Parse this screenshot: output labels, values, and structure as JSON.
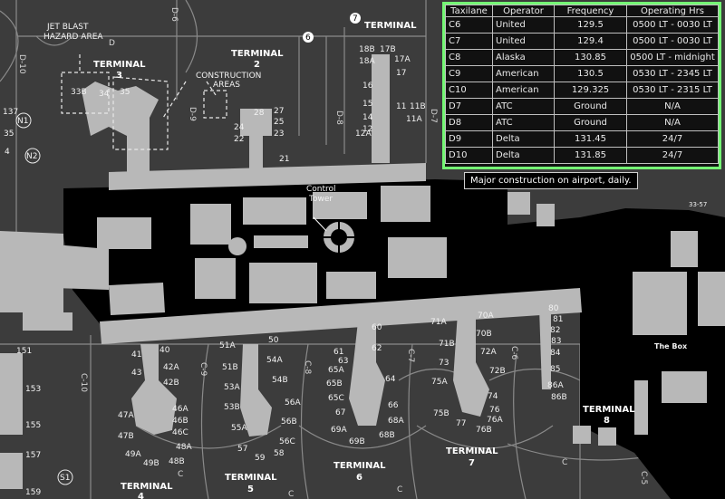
{
  "frequency_table": {
    "headers": [
      "Taxilane",
      "Operator",
      "Frequency",
      "Operating Hrs"
    ],
    "rows": [
      [
        "C6",
        "United",
        "129.5",
        "0500 LT - 0030 LT"
      ],
      [
        "C7",
        "United",
        "129.4",
        "0500 LT - 0030 LT"
      ],
      [
        "C8",
        "Alaska",
        "130.85",
        "0500 LT - midnight"
      ],
      [
        "C9",
        "American",
        "130.5",
        "0530 LT - 2345 LT"
      ],
      [
        "C10",
        "American",
        "129.325",
        "0530 LT - 2315 LT"
      ],
      [
        "D7",
        "ATC",
        "Ground",
        "N/A"
      ],
      [
        "D8",
        "ATC",
        "Ground",
        "N/A"
      ],
      [
        "D9",
        "Delta",
        "131.45",
        "24/7"
      ],
      [
        "D10",
        "Delta",
        "131.85",
        "24/7"
      ]
    ]
  },
  "construction_note": "Major construction on airport, daily.",
  "colors": {
    "accent": "#74f774",
    "ground": "#3c3c3c",
    "apron": "#000000",
    "building": "#b8b8b8"
  },
  "map": {
    "terminals": {
      "t1": "TERMINAL",
      "t2_a": "TERMINAL",
      "t2_b": "2",
      "t3_a": "TERMINAL",
      "t3_b": "3",
      "t4_a": "TERMINAL",
      "t4_b": "4",
      "t5_a": "TERMINAL",
      "t5_b": "5",
      "t6_a": "TERMINAL",
      "t6_b": "6",
      "t7_a": "TERMINAL",
      "t7_b": "7",
      "t8_a": "TERMINAL",
      "t8_b": "8"
    },
    "jet_blast_a": "JET BLAST",
    "jet_blast_b": "HAZARD AREA",
    "construction_a": "CONSTRUCTION",
    "construction_b": "AREAS",
    "tower_a": "Control",
    "tower_b": "Tower",
    "the_box": "The Box",
    "coord": "33-57",
    "markers": {
      "n1": "N1",
      "n2": "N2",
      "s1": "S1",
      "m6": "6",
      "m7": "7"
    },
    "taxiways": {
      "d10": "D-10",
      "d": "D",
      "d9": "D-9",
      "d8": "D-8",
      "d7": "D-7",
      "d6": "D-6",
      "c10": "C-10",
      "c9": "C-9",
      "c8": "C-8",
      "c7": "C-7",
      "c6": "C-6",
      "c5": "C-5",
      "c_a": "C",
      "c_b": "C",
      "c_c": "C",
      "c_d": "C"
    },
    "gates": {
      "g33b": "33B",
      "g34": "34",
      "g35": "35",
      "g137": "137",
      "g35w": "35",
      "g4": "4",
      "g28": "28",
      "g27": "27",
      "g25": "25",
      "g23": "23",
      "g24": "24",
      "g22": "22",
      "g21": "21",
      "g18b": "18B",
      "g17b": "17B",
      "g17a": "17A",
      "g18a": "18A",
      "g17": "17",
      "g16": "16",
      "g15": "15",
      "g14": "14",
      "g12": "12",
      "g12a": "12A",
      "g11": "11",
      "g11a": "11A",
      "g11b": "11B",
      "g151": "151",
      "g153": "153",
      "g155": "155",
      "g157": "157",
      "g159": "159",
      "g40": "40",
      "g41": "41",
      "g42a": "42A",
      "g43": "43",
      "g42b": "42B",
      "g46a": "46A",
      "g47a": "47A",
      "g46b": "46B",
      "g47b": "47B",
      "g46c": "46C",
      "g48a": "48A",
      "g49a": "49A",
      "g49b": "49B",
      "g48b": "48B",
      "g51a": "51A",
      "g51b": "51B",
      "g53a": "53A",
      "g53b": "53B",
      "g55a": "55A",
      "g50": "50",
      "g54a": "54A",
      "g54b": "54B",
      "g56a": "56A",
      "g56b": "56B",
      "g56c": "56C",
      "g57": "57",
      "g59": "59",
      "g58": "58",
      "g60": "60",
      "g61": "61",
      "g62": "62",
      "g65a": "65A",
      "g63": "63",
      "g65b": "65B",
      "g64": "64",
      "g65c": "65C",
      "g66": "66",
      "g67": "67",
      "g68a": "68A",
      "g69a": "69A",
      "g68b": "68B",
      "g69b": "69B",
      "g71a": "71A",
      "g71b": "71B",
      "g73": "73",
      "g75a": "75A",
      "g75b": "75B",
      "g76": "76",
      "g76a": "76A",
      "g77": "77",
      "g76b": "76B",
      "g74": "74",
      "g70a": "70A",
      "g70b": "70B",
      "g72a": "72A",
      "g72b": "72B",
      "g80": "80",
      "g81": "81",
      "g82": "82",
      "g83": "83",
      "g84": "84",
      "g85": "85",
      "g86a": "86A",
      "g86b": "86B"
    }
  }
}
